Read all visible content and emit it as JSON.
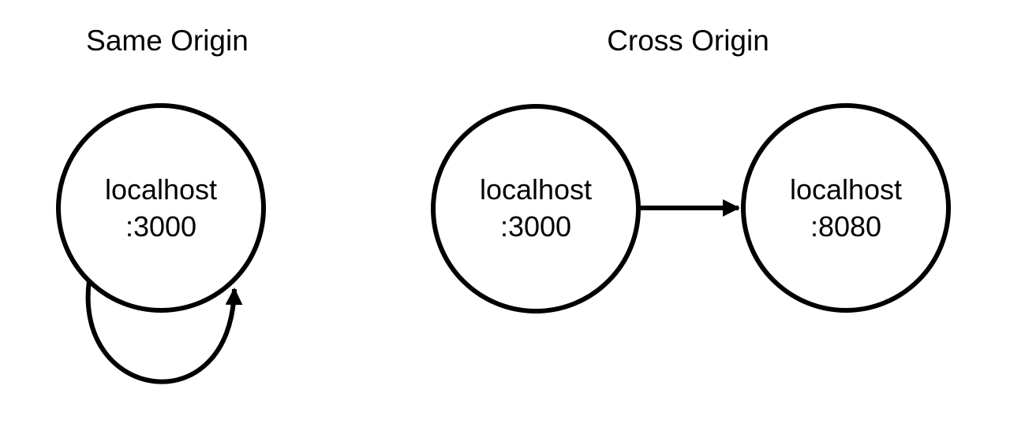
{
  "style": {
    "background": "#ffffff",
    "stroke_color": "#000000",
    "text_color": "#000000"
  },
  "sections": {
    "same_origin": {
      "title": "Same Origin",
      "node": {
        "line1": "localhost",
        "line2": ":3000"
      },
      "edge_icon": "self-loop-arrow"
    },
    "cross_origin": {
      "title": "Cross Origin",
      "source_node": {
        "line1": "localhost",
        "line2": ":3000"
      },
      "target_node": {
        "line1": "localhost",
        "line2": ":8080"
      },
      "edge_icon": "right-arrow"
    }
  }
}
